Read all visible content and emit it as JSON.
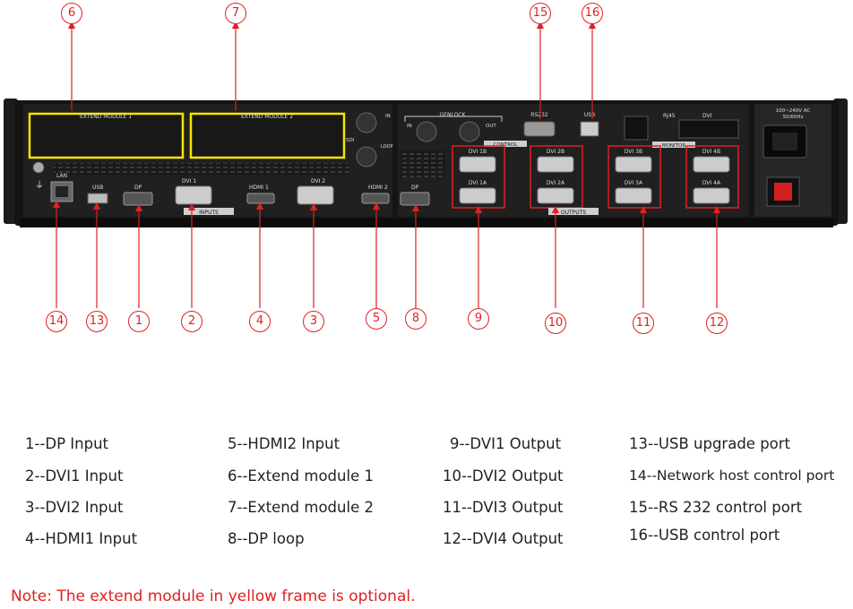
{
  "device": {
    "modules": [
      "EXTEND MODULE 1",
      "EXTEND MODULE 2"
    ],
    "sdi": {
      "label": "SDI",
      "in": "IN",
      "loop": "LOOP"
    },
    "genlock": {
      "label": "GENLOCK",
      "in": "IN",
      "out": "OUT"
    },
    "control": {
      "label": "CONTROL",
      "rs232": "RS232",
      "usb": "USB"
    },
    "monitor": {
      "label": "MONITOR",
      "rj45": "RJ45",
      "dvi": "DVI"
    },
    "power": {
      "line1": "100~240V  AC",
      "line2": "50/60Hz"
    },
    "ports": {
      "lan": "LAN",
      "usb": "USB",
      "dp": "DP",
      "dvi1": "DVI 1",
      "hdmi1": "HDMI 1",
      "dvi2": "DVI 2",
      "hdmi2": "HDMI 2",
      "dp_loop": "DP"
    },
    "inputs_label": "INPUTS",
    "outputs_label": "OUTPUTS",
    "outputs": [
      "DVI 1B",
      "DVI 2B",
      "DVI 3B",
      "DVI 4B",
      "DVI 1A",
      "DVI 2A",
      "DVI 3A",
      "DVI 4A"
    ]
  },
  "callouts": [
    "1",
    "2",
    "3",
    "4",
    "5",
    "6",
    "7",
    "8",
    "9",
    "10",
    "11",
    "12",
    "13",
    "14",
    "15",
    "16"
  ],
  "legend": [
    "1--DP Input",
    "2--DVI1 Input",
    "3--DVI2 Input",
    "4--HDMI1 Input",
    "5--HDMI2 Input",
    "6--Extend module 1",
    "7--Extend module 2",
    "8--DP loop",
    "9--DVI1 Output",
    "10--DVI2 Output",
    "11--DVI3 Output",
    "12--DVI4 Output",
    "13--USB upgrade port",
    "14--Network host control port",
    "15--RS 232 control port",
    "16--USB control port"
  ],
  "note": "Note: The extend module in yellow frame is optional."
}
